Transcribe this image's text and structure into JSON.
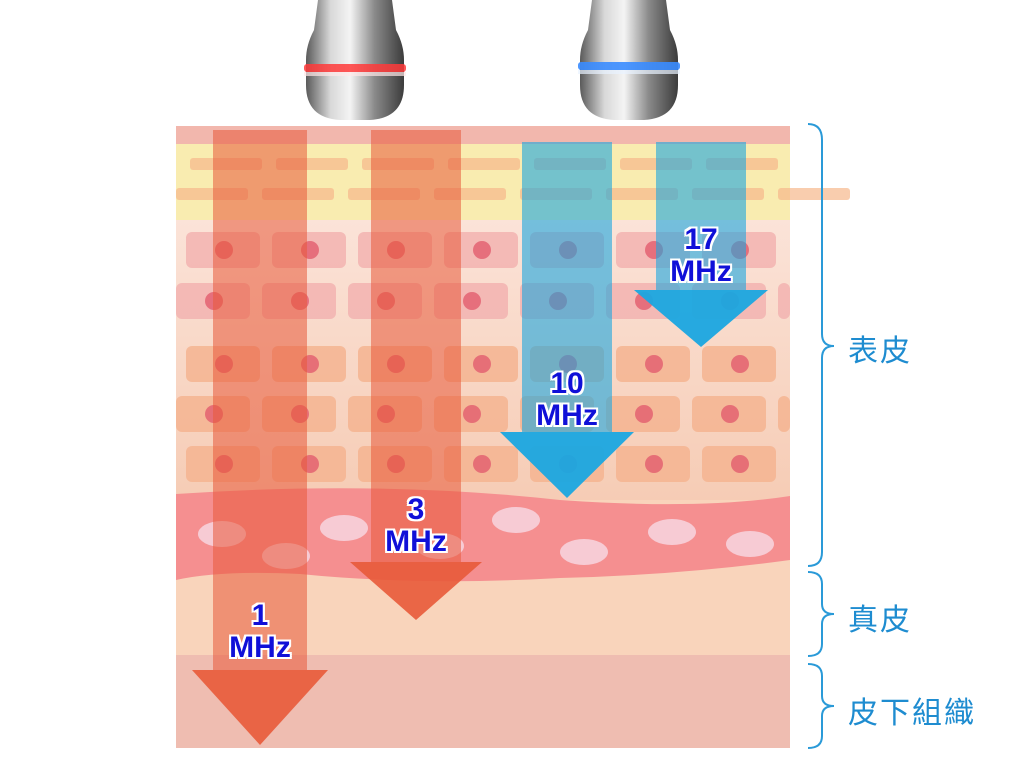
{
  "arrows": [
    {
      "freq": "1",
      "unit": "MHz"
    },
    {
      "freq": "3",
      "unit": "MHz"
    },
    {
      "freq": "10",
      "unit": "MHz"
    },
    {
      "freq": "17",
      "unit": "MHz"
    }
  ],
  "layers": {
    "epidermis": "表皮",
    "dermis": "真皮",
    "subcutaneous": "皮下組織"
  },
  "colors": {
    "warm_arrow": "#e85a3a",
    "cool_arrow": "#1aa6e0",
    "label_text": "#1010d8",
    "bracket": "#2a9ad8"
  }
}
